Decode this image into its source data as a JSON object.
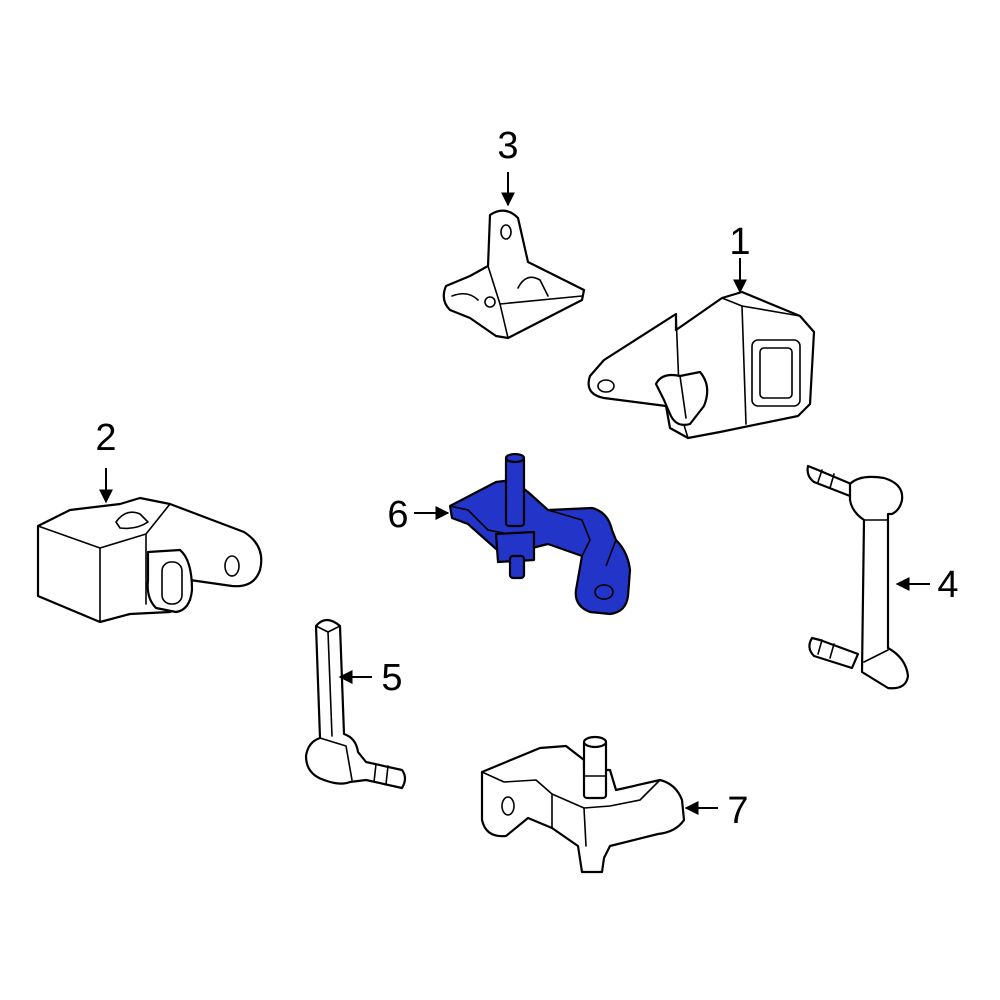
{
  "callouts": {
    "c1": "1",
    "c2": "2",
    "c3": "3",
    "c4": "4",
    "c5": "5",
    "c6": "6",
    "c7": "7"
  },
  "highlighted_part": "6",
  "colors": {
    "highlight": "#2334c8",
    "line": "#000000",
    "background": "#ffffff"
  }
}
